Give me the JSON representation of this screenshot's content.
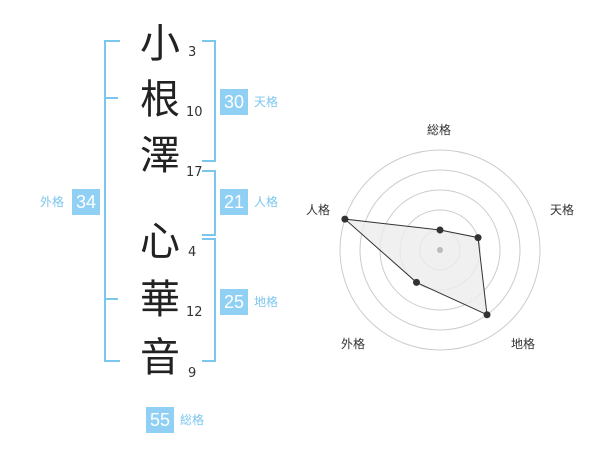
{
  "name": {
    "characters": [
      {
        "char": "小",
        "strokes": "3"
      },
      {
        "char": "根",
        "strokes": "10"
      },
      {
        "char": "澤",
        "strokes": "17"
      },
      {
        "char": "心",
        "strokes": "4"
      },
      {
        "char": "華",
        "strokes": "12"
      },
      {
        "char": "音",
        "strokes": "9"
      }
    ]
  },
  "fortunes": {
    "tenkaku": {
      "label": "天格",
      "value": "30"
    },
    "jinkaku": {
      "label": "人格",
      "value": "21"
    },
    "chikaku": {
      "label": "地格",
      "value": "25"
    },
    "gaikaku": {
      "label": "外格",
      "value": "34"
    },
    "soukaku": {
      "label": "総格",
      "value": "55"
    }
  },
  "chart_data": {
    "type": "radar",
    "axes": [
      "総格",
      "天格",
      "地格",
      "外格",
      "人格"
    ],
    "values": [
      1,
      2,
      4,
      2,
      5
    ],
    "max": 5,
    "colors": {
      "fill": "#ececec",
      "stroke": "#333333",
      "grid": "#cccccc"
    }
  }
}
